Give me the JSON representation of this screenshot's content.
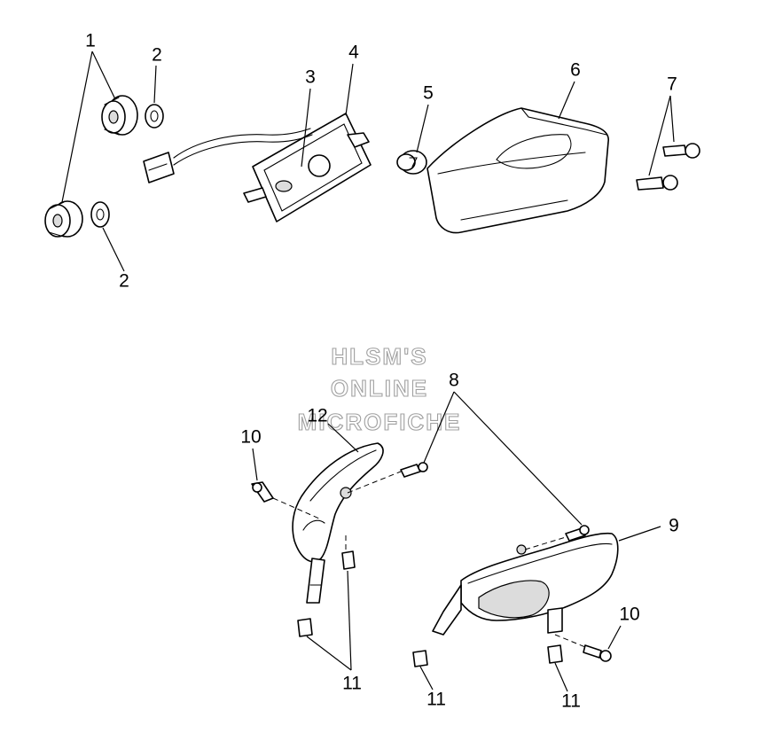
{
  "callouts": {
    "c1": "1",
    "c2a": "2",
    "c2b": "2",
    "c3": "3",
    "c4": "4",
    "c5": "5",
    "c6": "6",
    "c7": "7",
    "c8": "8",
    "c9": "9",
    "c10a": "10",
    "c10b": "10",
    "c11a": "11",
    "c11b": "11",
    "c11c": "11",
    "c12": "12"
  },
  "watermark": {
    "line1": "HLSM'S",
    "line2": "ONLINE",
    "line3": "MICROFICHE"
  },
  "colors": {
    "ink": "#000000",
    "paper": "#ffffff",
    "watermark": "#a0a0a0"
  }
}
